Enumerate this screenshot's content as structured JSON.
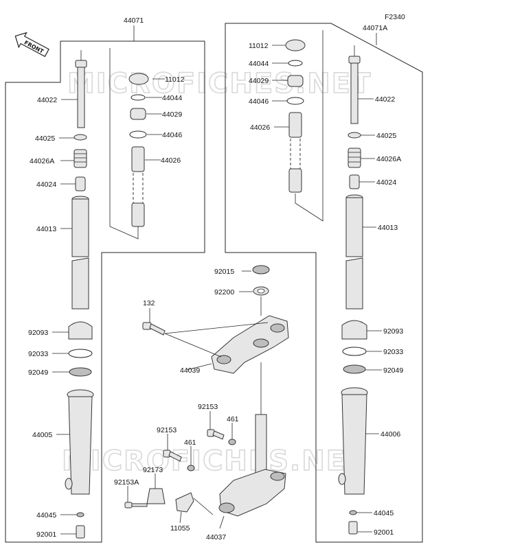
{
  "figure_code": "F2340",
  "watermark": "MICROFICHES.NET",
  "front_badge": "FRONT",
  "assembly_left": "44071",
  "assembly_right": "44071A",
  "parts_left": {
    "p11012": "11012",
    "p44044": "44044",
    "p44029": "44029",
    "p44046": "44046",
    "p44026": "44026",
    "p44022": "44022",
    "p44025": "44025",
    "p44026A": "44026A",
    "p44024": "44024",
    "p44013": "44013",
    "p92093": "92093",
    "p92033": "92033",
    "p92049": "92049",
    "p44005": "44005",
    "p44045": "44045",
    "p92001": "92001"
  },
  "parts_right": {
    "p11012": "11012",
    "p44044": "44044",
    "p44029": "44029",
    "p44046": "44046",
    "p44026": "44026",
    "p44022": "44022",
    "p44025": "44025",
    "p44026A": "44026A",
    "p44024": "44024",
    "p44013": "44013",
    "p92093": "92093",
    "p92033": "92033",
    "p92049": "92049",
    "p44006": "44006",
    "p44045": "44045",
    "p92001": "92001"
  },
  "parts_center": {
    "p92015": "92015",
    "p92200": "92200",
    "p132": "132",
    "p44039": "44039",
    "p92153a": "92153",
    "p461a": "461",
    "p92153b": "92153",
    "p461b": "461",
    "p92173": "92173",
    "p92153A": "92153A",
    "p11055": "11055",
    "p44037": "44037"
  }
}
